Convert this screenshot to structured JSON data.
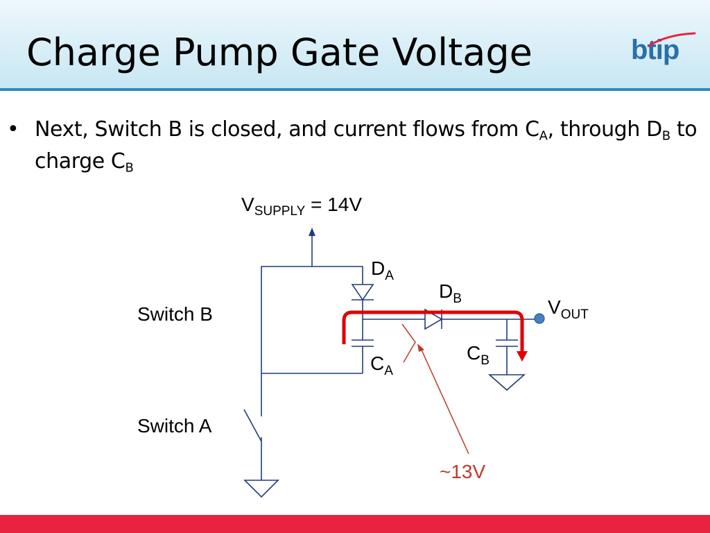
{
  "slide": {
    "title": "Charge Pump Gate Voltage",
    "logo_text": "btip"
  },
  "bullet": {
    "marker": "•",
    "text_1": "Next, Switch B is closed, and current flows from C",
    "sub_1": "A",
    "text_2": ", through D",
    "sub_2": "B",
    "text_3": " to charge C",
    "sub_3": "B"
  },
  "diagram": {
    "supply_label": "V",
    "supply_sub": "SUPPLY",
    "supply_value": " = 14V",
    "diode_a": "D",
    "diode_a_sub": "A",
    "diode_b": "D",
    "diode_b_sub": "B",
    "vout": "V",
    "vout_sub": "OUT",
    "cap_a": "C",
    "cap_a_sub": "A",
    "cap_b": "C",
    "cap_b_sub": "B",
    "switch_a": "Switch A",
    "switch_b": "Switch B",
    "annotation": "~13V"
  },
  "colors": {
    "wire": "#1f3c78",
    "current_path": "#e00000",
    "annotation": "#c0392b",
    "output_node": "#4a7fc4",
    "footer": "#e8233f",
    "title_rule": "#2e8bc0",
    "logo": "#2a70a8"
  },
  "icons": {
    "logo_swoosh": "swoosh-icon",
    "supply_arrow": "arrow-up-icon",
    "ground": "ground-icon"
  }
}
